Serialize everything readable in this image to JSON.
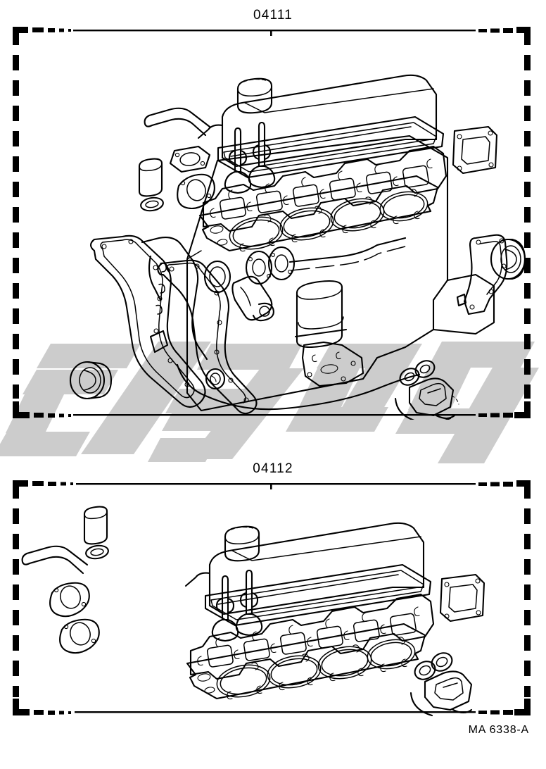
{
  "document": {
    "type": "parts-catalog-illustration",
    "sheet_code": "MA 6338-A",
    "background_color": "#ffffff",
    "line_color": "#000000",
    "watermark_color": "#cccccc"
  },
  "panels": [
    {
      "id": "panel-1",
      "code": "04111",
      "name": "engine-overhaul-gasket-kit",
      "frame_style": "dashed-border-with-solid-top-and-bottom",
      "parts_depicted": [
        "cylinder-head-gasket",
        "intake-exhaust-manifold-gasket",
        "valve-cover-gasket",
        "valve-stem-seals",
        "timing-chain-cover-gasket",
        "front-crankshaft-oil-seal",
        "rear-main-oil-seal",
        "rear-seal-retainer-gasket",
        "water-pump-gasket",
        "thermostat-housing-gasket",
        "oil-filter-bracket-gasket",
        "oil-pump-gasket",
        "fuel-pump-gasket",
        "o-rings"
      ]
    },
    {
      "id": "panel-2",
      "code": "04112",
      "name": "cylinder-head-gasket-kit",
      "frame_style": "dashed-border-with-solid-top-and-bottom",
      "parts_depicted": [
        "cylinder-head-gasket",
        "intake-exhaust-manifold-gasket",
        "valve-cover-gasket",
        "valve-stem-seals",
        "thermostat-housing-gasket",
        "water-outlet-gasket",
        "o-rings"
      ]
    }
  ],
  "watermark": {
    "name": "diagonal-slab-watermark",
    "color": "#cccccc"
  }
}
